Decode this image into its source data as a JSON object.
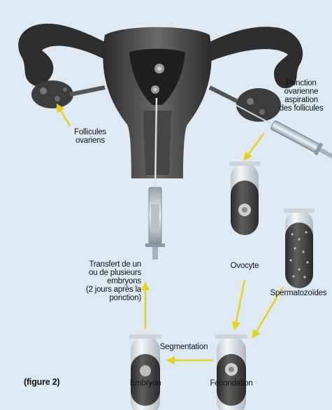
{
  "labels": {
    "follicules": [
      "Follicules",
      "ovariens"
    ],
    "ponction": [
      "Ponction",
      "ovarienne",
      "aspiration",
      "des follicules"
    ],
    "transfert": [
      "Transfert de un",
      "ou de plusieurs",
      "embryons",
      "(2 jours après la",
      "ponction)"
    ],
    "ovocyte": "Ovocyte",
    "spermatozoides": "Spermatozoïdes",
    "segmentation": "Segmentation",
    "embryon": "Embryon",
    "fecondation": "Fécondation",
    "figure": "(figure 2)"
  },
  "colors": {
    "background": "#dde9f3",
    "arrow": "#e8d21c",
    "tissue": "#3a3a3a",
    "culture_liquid": "#4a4a4a",
    "tube_glass": "#e9eef2"
  }
}
